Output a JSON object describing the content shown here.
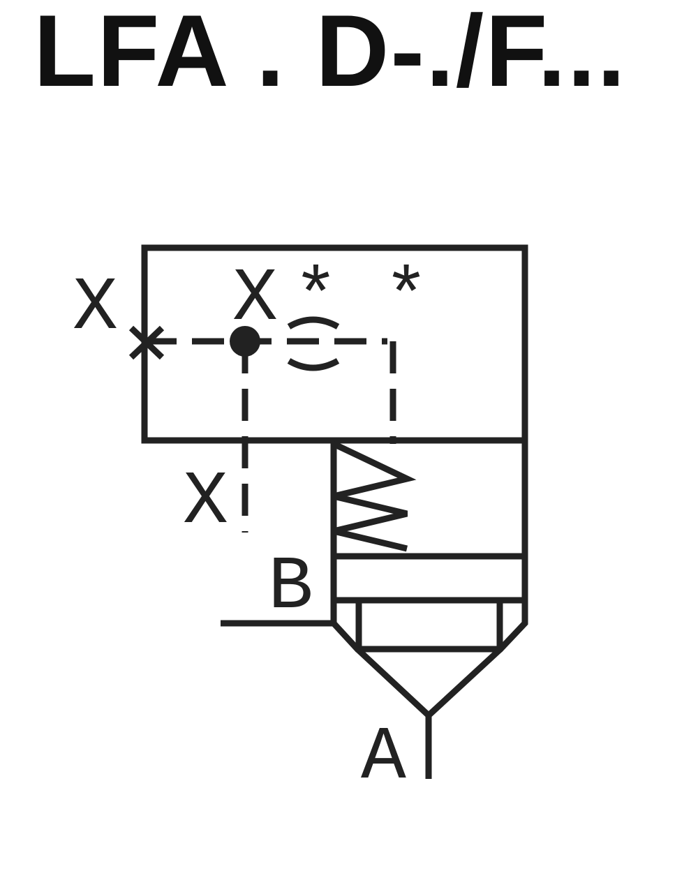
{
  "title": "LFA . D-./F...",
  "labels": {
    "x_left": "X",
    "x_top": "X",
    "x_bottom": "X",
    "marker": "* *",
    "port_b": "B",
    "port_a": "A"
  },
  "colors": {
    "line": "#222222",
    "background": "#ffffff"
  }
}
